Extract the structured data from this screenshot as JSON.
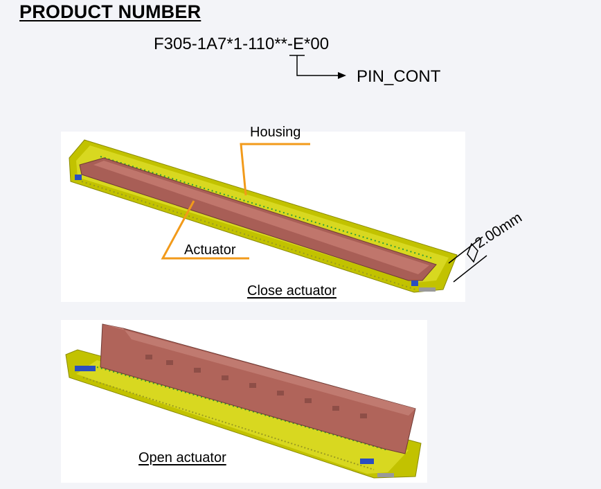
{
  "heading": "PRODUCT NUMBER",
  "product_number": "F305-1A7*1-110**-E*00",
  "pin_label": "PIN_CONT",
  "close_view": {
    "caption": "Close actuator",
    "housing_label": "Housing",
    "actuator_label": "Actuator",
    "dimension": "2.00mm"
  },
  "open_view": {
    "caption": "Open actuator"
  },
  "colors": {
    "housing": "#c8c800",
    "actuator": "#b0645a",
    "contacts": "#2e9a3a",
    "callout": "#f29a1a"
  }
}
